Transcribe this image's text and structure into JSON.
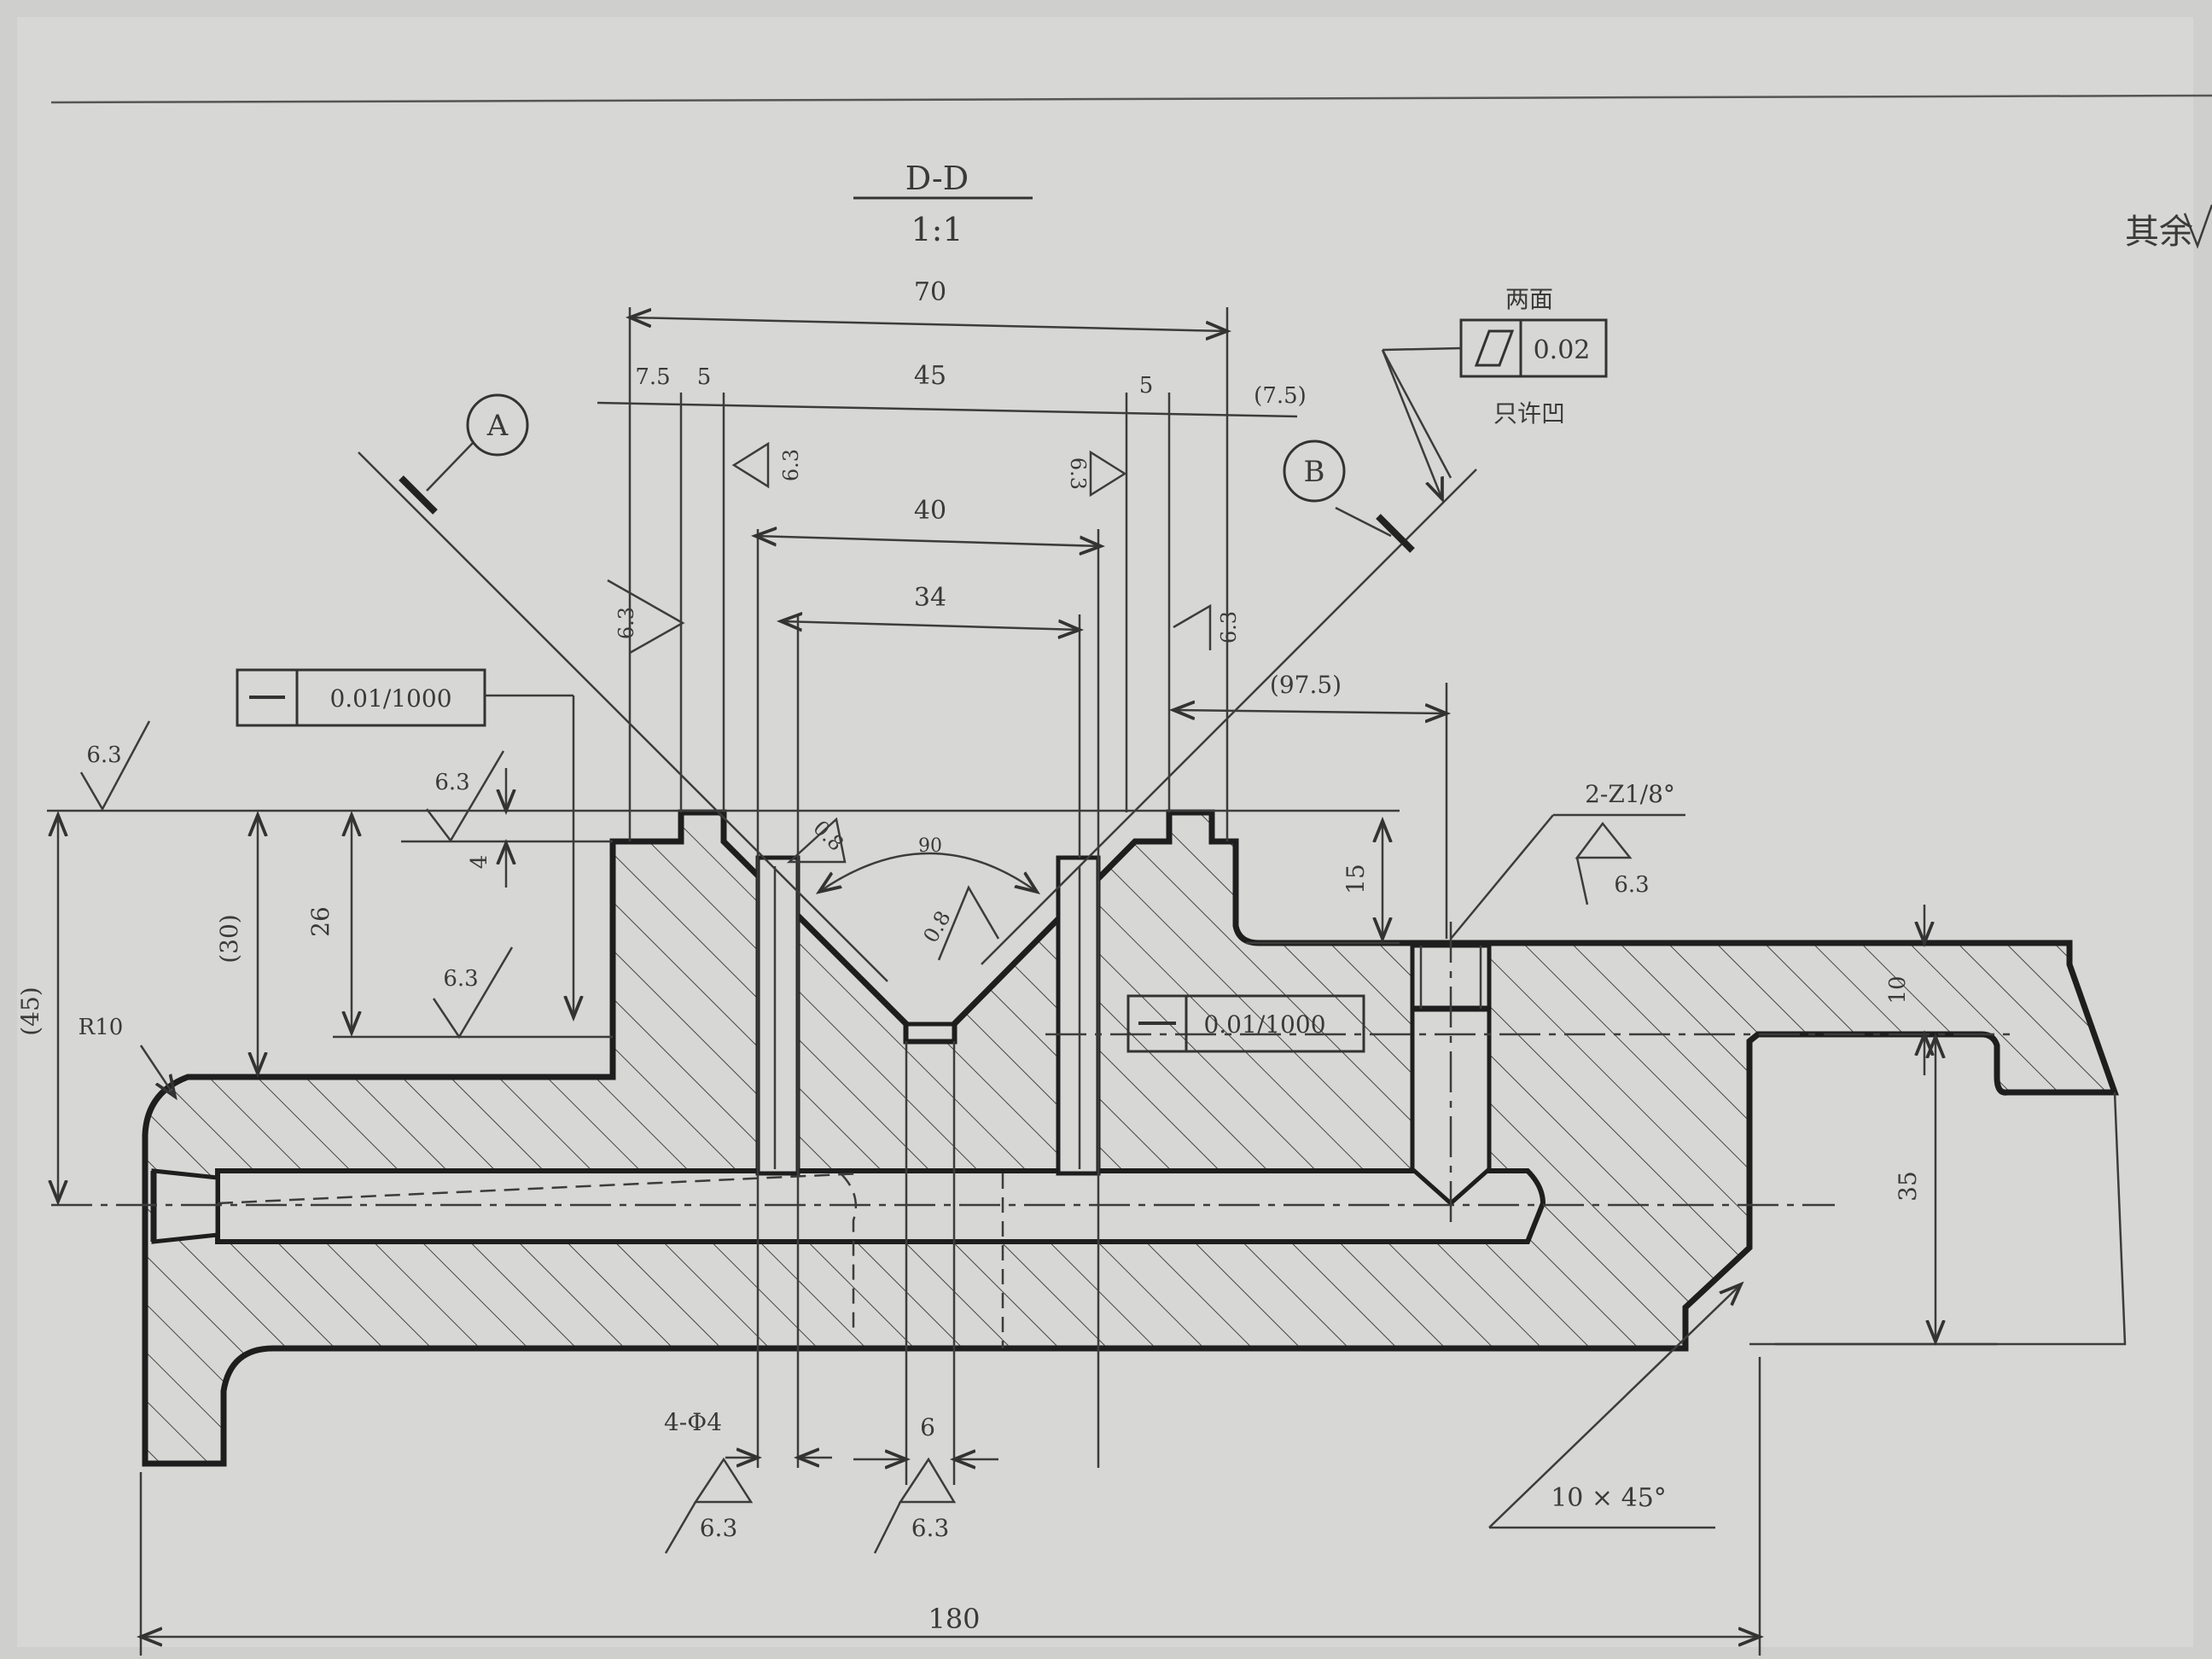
{
  "view": {
    "name": "D-D",
    "scale": "1:1"
  },
  "remaining_roughness": "其余",
  "datums": [
    "A",
    "B"
  ],
  "flatness_control": {
    "label_top": "两面",
    "value": "0.02",
    "label_bottom": "只许凹"
  },
  "parallelism_controls": [
    "0.01/1000",
    "0.01/1000"
  ],
  "roughness_values": {
    "general": "6.3",
    "fine": "0.8"
  },
  "thread_callout": "2-Z1/8°",
  "hole_callout": "4-Φ4",
  "chamfer_callout": "10 × 45°",
  "radius_callout": "R10",
  "angle_label": "90",
  "dimensions": {
    "d70": "70",
    "d45": "45",
    "d40": "40",
    "d34": "34",
    "d7_5_left": "7.5",
    "d5_left": "5",
    "d5_right": "5",
    "d7_5_right": "(7.5)",
    "d97_5": "(97.5)",
    "d15": "15",
    "d26": "26",
    "d30": "(30)",
    "d45_ref": "(45)",
    "d4": "4",
    "d10": "10",
    "d35": "35",
    "d6": "6",
    "d180": "180"
  }
}
